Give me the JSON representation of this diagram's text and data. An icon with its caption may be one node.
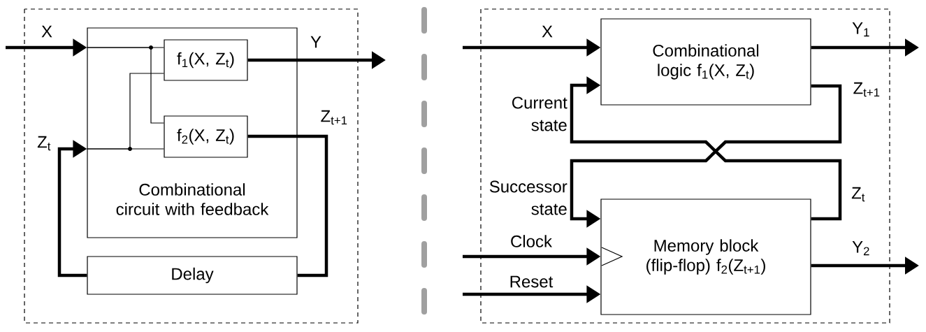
{
  "diagram": {
    "nodes": [
      {
        "text": [
          "Combinational circuit with feedback"
        ]
      },
      {
        "text": [
          "f$_{1}$(X, Z$_{t}$)"
        ],
        "in": 0
      },
      {
        "text": [
          "f$_{2}$(X, Z$_{t}$)"
        ],
        "in": 0
      },
      {
        "text": [
          "Delay"
        ]
      },
      {
        "text": [
          "Combinational logic f$_{1}$(X, Z$_{t}$)"
        ]
      },
      {
        "text": [
          "Memory block (flip-flop) f$_{2}$(Z$_{t+1}$)"
        ]
      }
    ],
    "edges": [
      {
        "from": null,
        "to": 0,
        "arrow": "to",
        "label": "X"
      },
      {
        "from": 0,
        "to": 1,
        "arrow": "none"
      },
      {
        "from": 0,
        "to": 2,
        "arrow": "none"
      },
      {
        "from": 0,
        "to": 2,
        "arrow": "none"
      },
      {
        "from": 0,
        "to": 1,
        "arrow": "none"
      },
      {
        "from": 1,
        "to": null,
        "arrow": "to",
        "label": "Y"
      },
      {
        "from": 2,
        "to": 3,
        "arrow": "none",
        "label": "Z$_{t+1}$"
      },
      {
        "from": 3,
        "to": 0,
        "arrow": "to",
        "label": "Z$_{t}$"
      },
      {
        "from": null,
        "to": 4,
        "arrow": "to",
        "label": "X"
      },
      {
        "from": 4,
        "to": null,
        "arrow": "to",
        "label": "Y$_{1}$"
      },
      {
        "from": 4,
        "to": 5,
        "arrow": "to",
        "label": "Z$_{t+1}$"
      },
      {
        "from": 5,
        "to": 4,
        "arrow": "to",
        "label": "Z$_{t}$"
      },
      {
        "from": null,
        "to": 5,
        "arrow": "to",
        "label": "Clock"
      },
      {
        "from": null,
        "to": 5,
        "arrow": "to",
        "label": "Reset"
      },
      {
        "from": 5,
        "to": null,
        "arrow": "to",
        "label": "Y$_{2}$"
      }
    ],
    "labels": [
      "Current state",
      "Successor state"
    ]
  }
}
